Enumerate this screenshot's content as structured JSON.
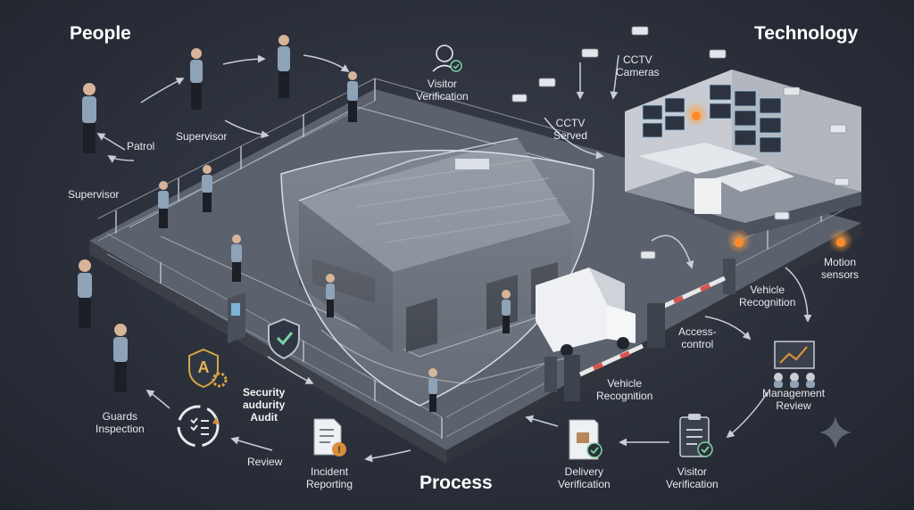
{
  "headings": {
    "people": "People",
    "technology": "Technology",
    "process": "Process"
  },
  "labels": {
    "patrol": "Patrol",
    "supervisor_top": "Supervisor",
    "supervisor_left": "Supervisor",
    "visitor_verification_top": "Visitor\nVerification",
    "cctv_cameras": "CCTV\nCameras",
    "cctv_served": "CCTV\nServed",
    "motion_sensors": "Motion\nsensors",
    "vehicle_recognition_right": "Vehicle\nRecognition",
    "access_control": "Access-\ncontrol",
    "vehicle_recognition_center": "Vehicle\nRecognition",
    "management_review": "Management\nReview",
    "security_audit": "Security\naudurity\nAudit",
    "guards_inspection": "Guards\nInspection",
    "review": "Review",
    "incident_reporting": "Incident\nReporting",
    "delivery_verification": "Delivery\nVerification",
    "visitor_verification_bottom": "Visitor\nVerification"
  },
  "icons": {
    "visitor_top": "visitor-verification-icon",
    "audit": "security-audit-icon",
    "cycle": "inspection-cycle-icon",
    "incident": "incident-report-icon",
    "delivery": "delivery-verification-icon",
    "visitor_bottom": "visitor-clipboard-icon",
    "management": "management-review-icon",
    "shield": "shield-check-icon",
    "sparkle": "sparkle-icon"
  },
  "colors": {
    "background": "#2b303b",
    "accent_alarm": "#ff8a2a",
    "text": "#e6e9ee"
  }
}
